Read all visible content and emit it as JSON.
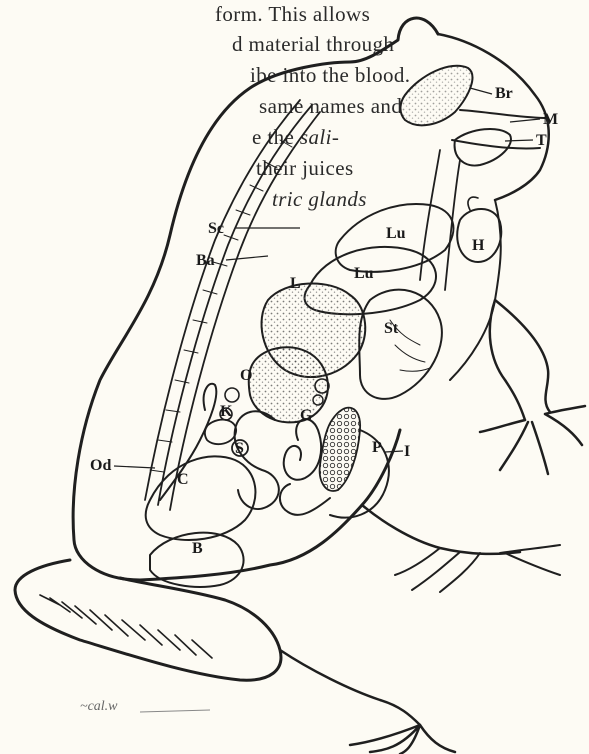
{
  "text": {
    "line1": "form.   This allows",
    "line2": "d material through",
    "line3": "ibe into the blood.",
    "line4": "same names and",
    "line5_prefix": "e the ",
    "line5_italic": "sali-",
    "line6": "their juices",
    "line7": "tric glands"
  },
  "labels": {
    "Br": "Br",
    "M": "M",
    "T": "T",
    "Sc": "Sc",
    "Ba": "Ba",
    "Lu1": "Lu",
    "Lu2": "Lu",
    "H": "H",
    "L": "L",
    "St": "St",
    "O": "O",
    "K": "K",
    "S": "S",
    "G": "G",
    "P": "P",
    "I": "I",
    "Od": "Od",
    "C": "C",
    "B": "B"
  },
  "signature": "~cal.w",
  "colors": {
    "ink": "#1f1f1f",
    "paper": "#fdfbf4",
    "stipple": "#555555"
  }
}
